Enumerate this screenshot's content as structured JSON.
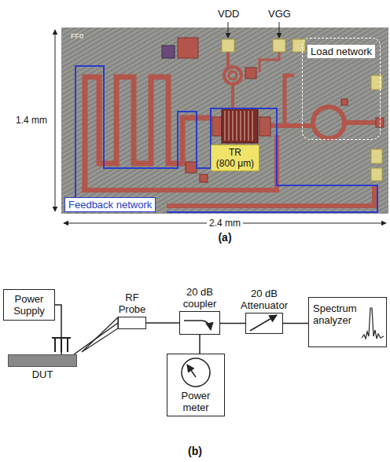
{
  "diagram": {
    "nodes": [
      {
        "text": [
          "Load network"
        ]
      },
      {
        "text": [
          "TR",
          "(800 μm)"
        ]
      },
      {
        "text": [
          "Power Supply"
        ]
      },
      {
        "text": [
          "DUT"
        ]
      },
      {
        "text": [
          "RF Probe"
        ]
      },
      {
        "text": [
          "20 dB coupler"
        ]
      },
      {
        "text": [
          "20 dB Attenuator"
        ]
      },
      {
        "text": [
          "Spectrum analyzer"
        ]
      },
      {
        "text": [
          "Power meter"
        ]
      }
    ],
    "edges": [
      {
        "from": 2,
        "to": 3,
        "arrow": "none"
      },
      {
        "from": 3,
        "to": 4,
        "arrow": "none"
      },
      {
        "from": 4,
        "to": 5,
        "arrow": "none"
      },
      {
        "from": 5,
        "to": 6,
        "arrow": "none"
      },
      {
        "from": 6,
        "to": 7,
        "arrow": "none"
      },
      {
        "from": 5,
        "to": 8,
        "arrow": "none"
      }
    ],
    "labels": [
      "FF0",
      "VDD",
      "VGG",
      "Feedback network",
      "1.4 mm",
      "2.4 mm",
      "(a)",
      "(b)"
    ]
  }
}
